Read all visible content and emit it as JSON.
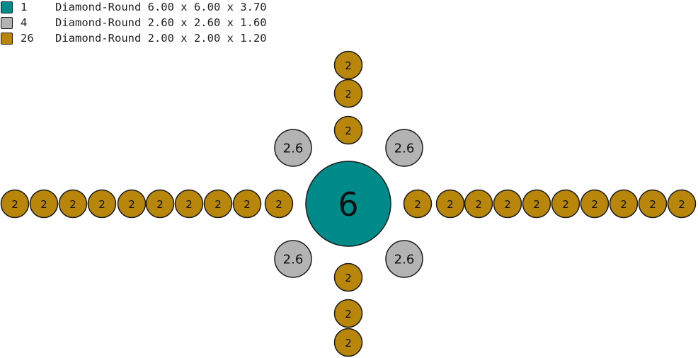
{
  "legend": [
    {
      "count": "1",
      "desc": "Diamond-Round 6.00 x 6.00 x 3.70",
      "color": "#008b8b"
    },
    {
      "count": "4",
      "desc": "Diamond-Round 2.60 x 2.60 x 1.60",
      "color": "#b3b3b3"
    },
    {
      "count": "26",
      "desc": "Diamond-Round 2.00 x 2.00 x 1.20",
      "color": "#b8860b"
    }
  ],
  "stones": {
    "center": {
      "label": "6",
      "color": "#008b8b"
    },
    "medium": {
      "label": "2.6",
      "color": "#b3b3b3",
      "count": 4
    },
    "small": {
      "label": "2",
      "color": "#b8860b",
      "count": 26
    }
  }
}
